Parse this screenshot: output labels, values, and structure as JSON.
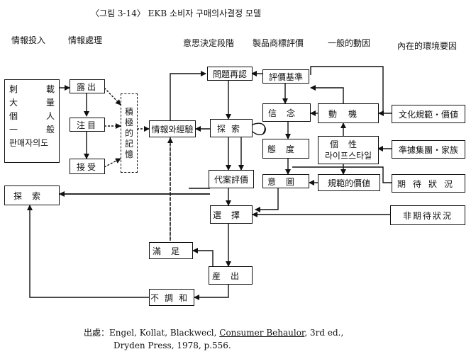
{
  "title": "〈그림  3-14〉  EKB  소비자  구매의사결정  모델",
  "headers": {
    "info_input": "情報投入",
    "info_processing": "情報處理",
    "decision_stages": "意思決定段階",
    "product_criteria": "製品商標評價",
    "general_motives": "一般的動因",
    "internal_env": "內在的環境要因"
  },
  "boxes": {
    "stimulus": {
      "r1": [
        "刺",
        "載"
      ],
      "r2": [
        "大",
        "量"
      ],
      "r3": [
        "個",
        "人"
      ],
      "r4": [
        "一",
        "般"
      ],
      "r5": "판매자의도"
    },
    "exposure": "露出",
    "attention": "注目",
    "acceptance": "接受",
    "active_memory": [
      "積",
      "極",
      "的",
      "記",
      "憶"
    ],
    "info_experience": "情報와經驗",
    "problem_recognition": "問題再認",
    "search_main": "探索",
    "alt_eval": "代案評價",
    "search_external": "探索",
    "choice": "選擇",
    "satisfaction": "滿足",
    "outcome": "産出",
    "dissonance": "不調和",
    "eval_criteria": "評價基準",
    "beliefs": "信念",
    "attitude": "態度",
    "intention": "意圖",
    "motive": "動機",
    "personality": {
      "line1": "個性",
      "line2": "라이프스타일"
    },
    "normative": "規範的價値",
    "culture": "文化規範・價値",
    "reference": "準據集團・家族",
    "expected": "期待狀況",
    "unexpected": "非期待狀況"
  },
  "source": {
    "prefix": "出處：Engel, Kollat, Blackwecl, ",
    "book": "Consumer Behaulor",
    "suffix": ", 3rd ed.,",
    "line2": "Dryden  Press, 1978, p.556."
  }
}
